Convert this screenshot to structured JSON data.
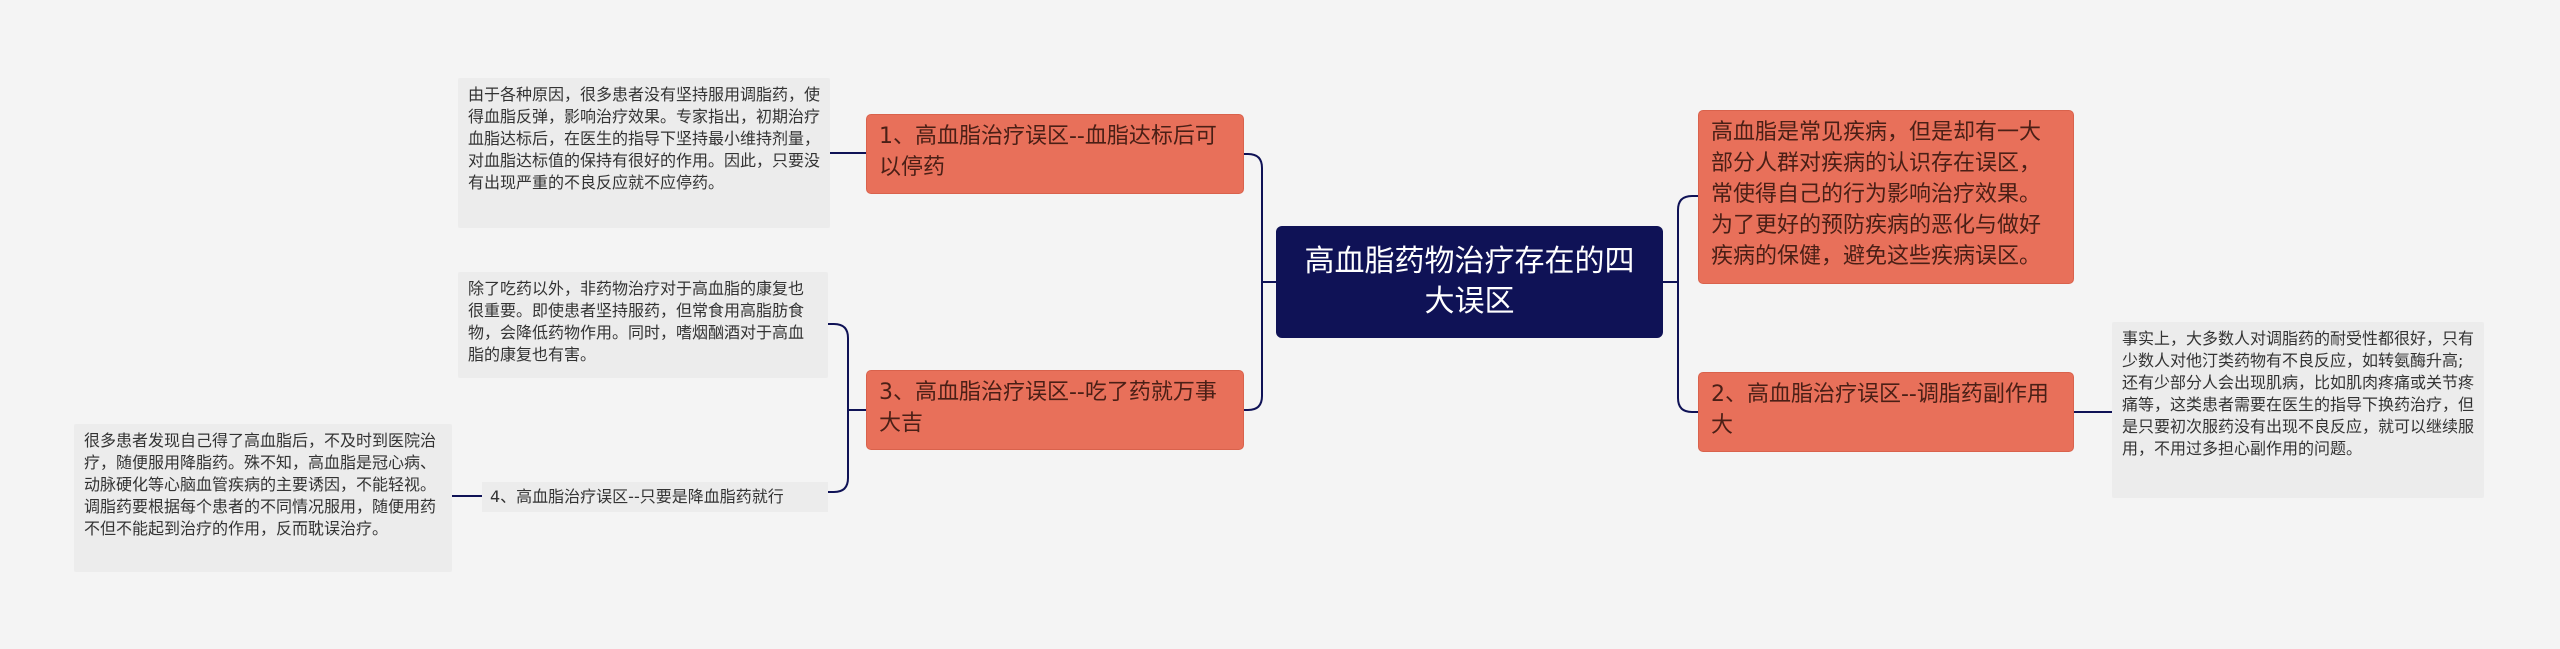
{
  "title": "高血脂药物治疗存在的四大误区",
  "colors": {
    "root_bg": "#0f1256",
    "branch_bg": "#e8705a",
    "leaf_bg": "#ececec",
    "connector": "#0f1256",
    "canvas_bg": "#f4f4f4"
  },
  "branches": {
    "b1": {
      "label": "1、高血脂治疗误区--血脂达标后可以停药",
      "detail": "由于各种原因，很多患者没有坚持服用调脂药，使得血脂反弹，影响治疗效果。专家指出，初期治疗血脂达标后，在医生的指导下坚持最小维持剂量，对血脂达标值的保持有很好的作用。因此，只要没有出现严重的不良反应就不应停药。"
    },
    "b3": {
      "label": "3、高血脂治疗误区--吃了药就万事大吉",
      "detail": "除了吃药以外，非药物治疗对于高血脂的康复也很重要。即使患者坚持服药，但常食用高脂肪食物，会降低药物作用。同时，嗜烟酗酒对于高血脂的康复也有害。"
    },
    "b4": {
      "label": "4、高血脂治疗误区--只要是降血脂药就行",
      "detail": "很多患者发现自己得了高血脂后，不及时到医院治疗，随便服用降脂药。殊不知，高血脂是冠心病、动脉硬化等心脑血管疾病的主要诱因，不能轻视。调脂药要根据每个患者的不同情况服用，随便用药不但不能起到治疗的作用，反而耽误治疗。"
    },
    "intro": {
      "label": "高血脂是常见疾病，但是却有一大部分人群对疾病的认识存在误区，常使得自己的行为影响治疗效果。为了更好的预防疾病的恶化与做好疾病的保健，避免这些疾病误区。"
    },
    "b2": {
      "label": "2、高血脂治疗误区--调脂药副作用大",
      "detail": "事实上，大多数人对调脂药的耐受性都很好，只有少数人对他汀类药物有不良反应，如转氨酶升高;还有少部分人会出现肌病，比如肌肉疼痛或关节疼痛等，这类患者需要在医生的指导下换药治疗，但是只要初次服药没有出现不良反应，就可以继续服用，不用过多担心副作用的问题。"
    }
  }
}
